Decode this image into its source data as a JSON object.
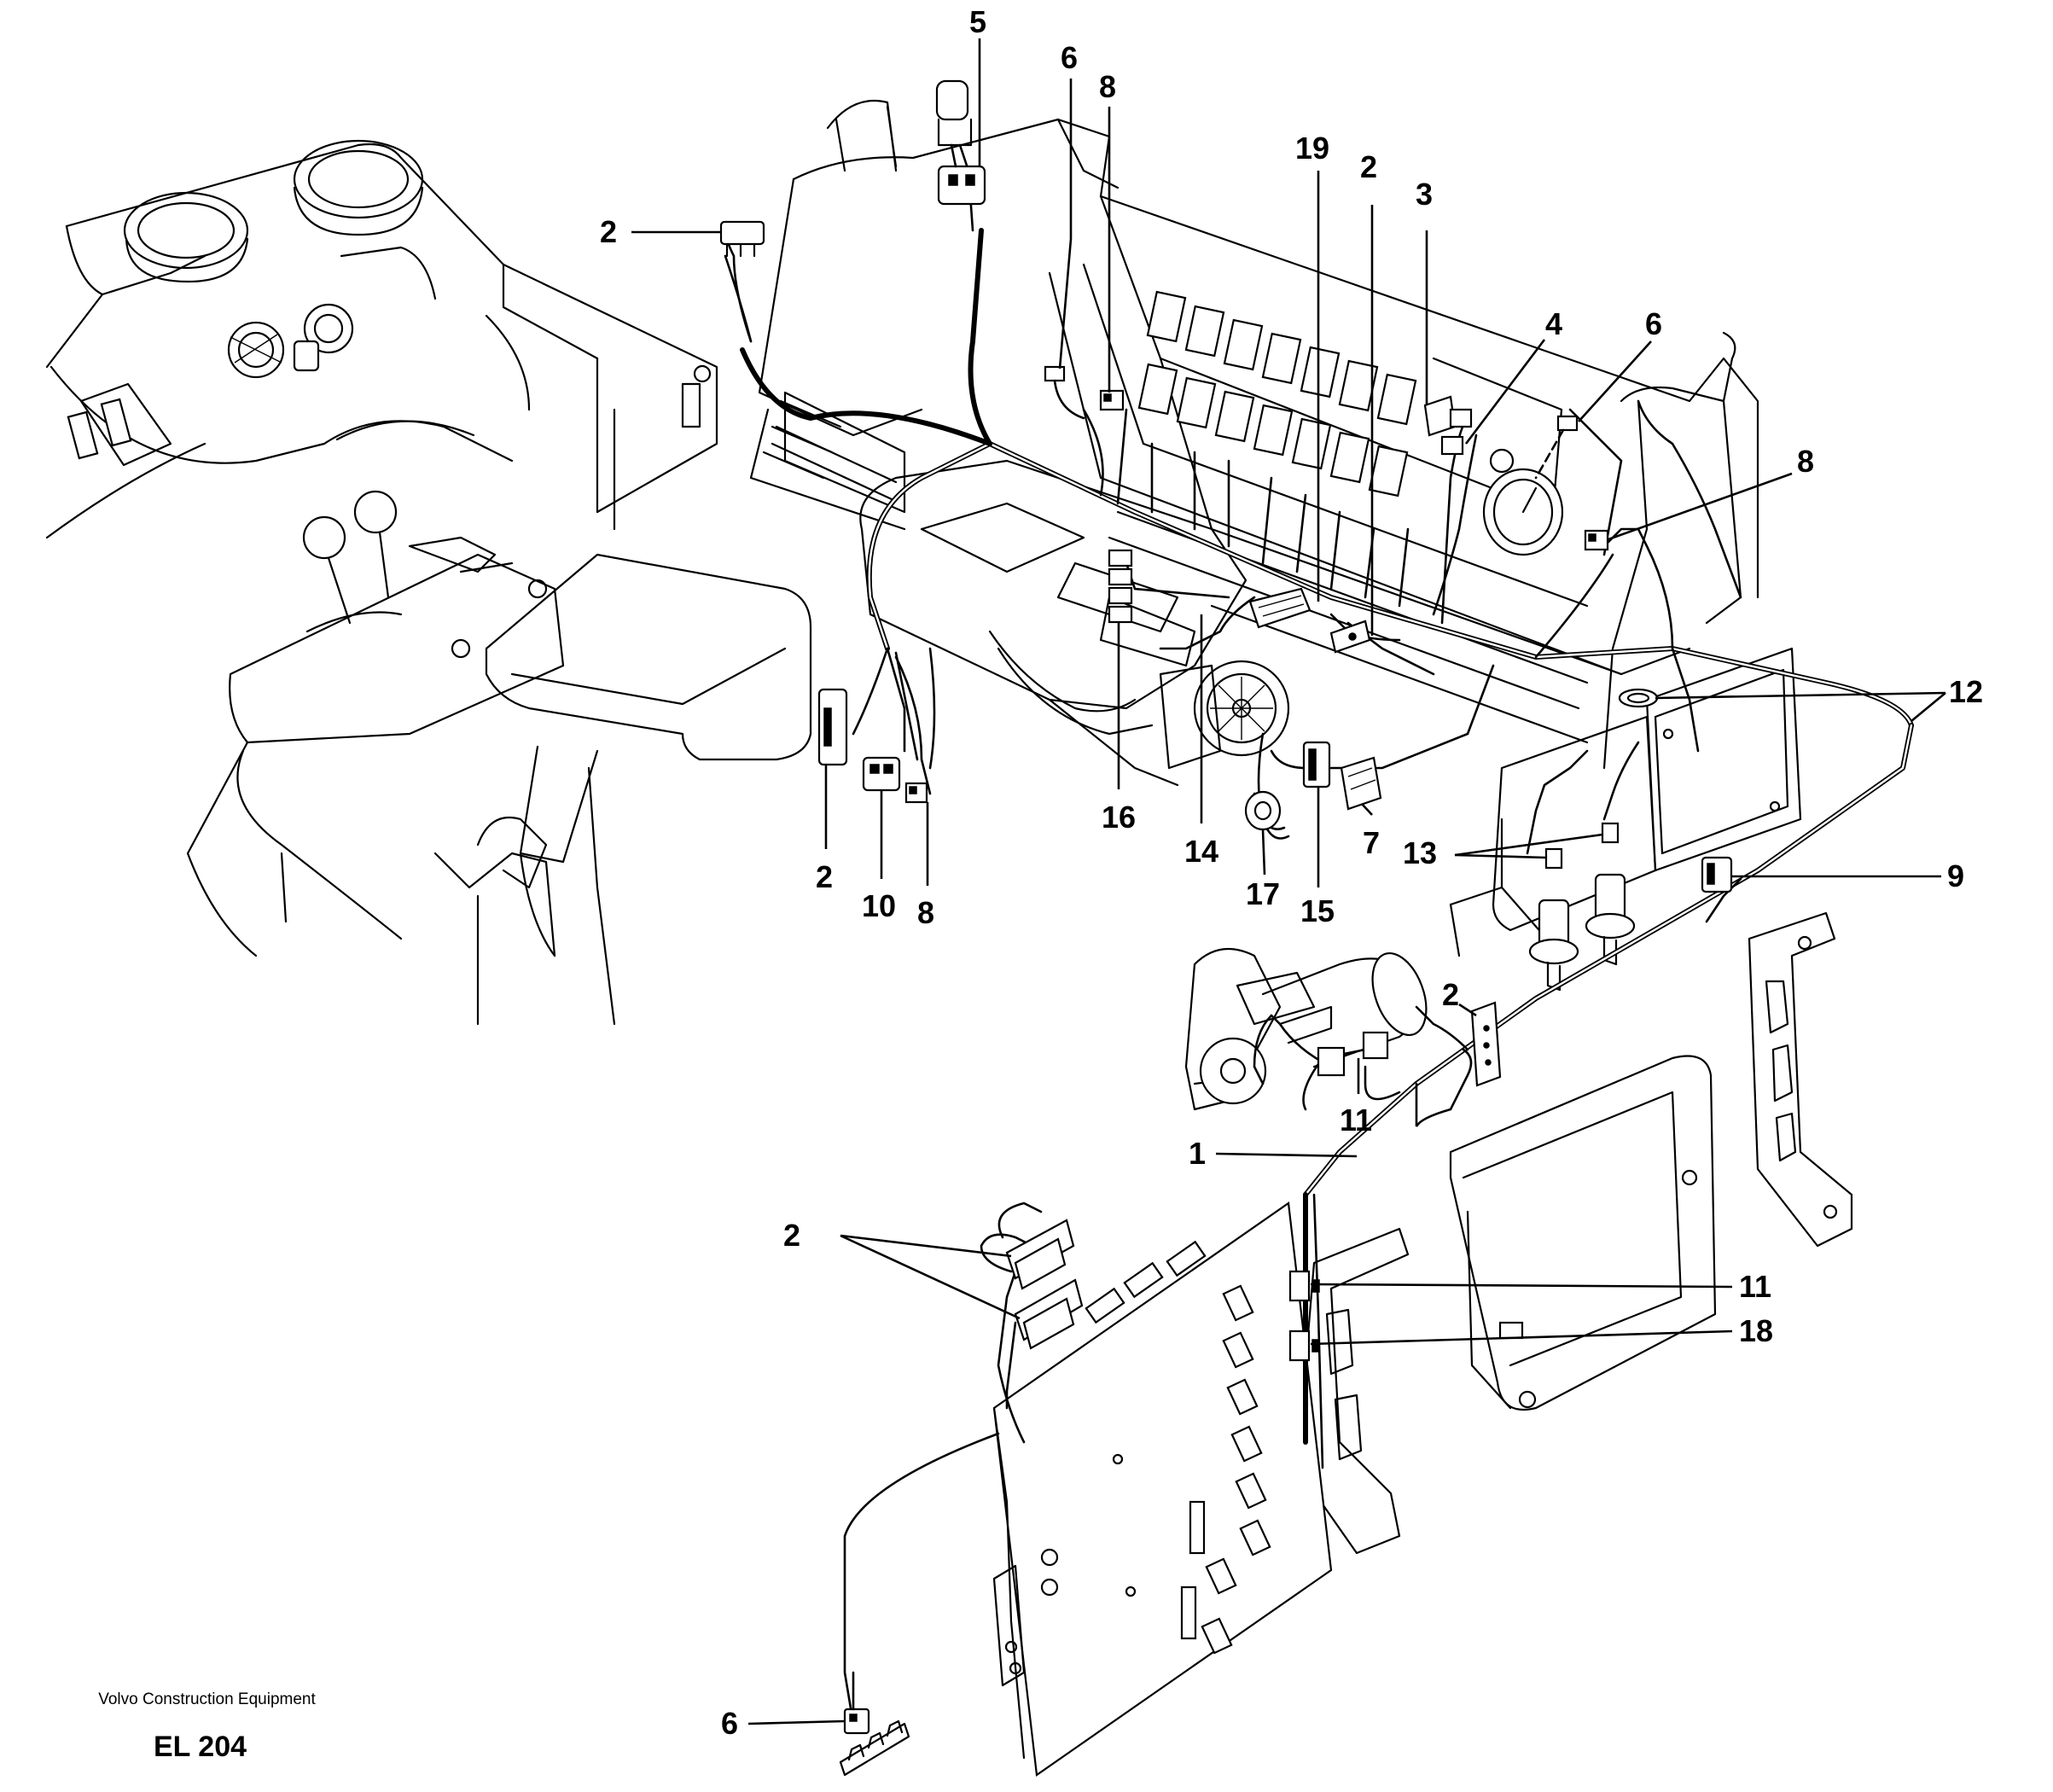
{
  "caption": {
    "company": "Volvo Construction Equipment",
    "code": "EL 204"
  },
  "callouts": [
    {
      "id": "c5",
      "label": "5"
    },
    {
      "id": "c6a",
      "label": "6"
    },
    {
      "id": "c8a",
      "label": "8"
    },
    {
      "id": "c19",
      "label": "19"
    },
    {
      "id": "c2a",
      "label": "2"
    },
    {
      "id": "c3",
      "label": "3"
    },
    {
      "id": "c2b",
      "label": "2"
    },
    {
      "id": "c4",
      "label": "4"
    },
    {
      "id": "c6b",
      "label": "6"
    },
    {
      "id": "c8b",
      "label": "8"
    },
    {
      "id": "c12",
      "label": "12"
    },
    {
      "id": "c2c",
      "label": "2"
    },
    {
      "id": "c10",
      "label": "10"
    },
    {
      "id": "c8c",
      "label": "8"
    },
    {
      "id": "c16",
      "label": "16"
    },
    {
      "id": "c14",
      "label": "14"
    },
    {
      "id": "c17",
      "label": "17"
    },
    {
      "id": "c15",
      "label": "15"
    },
    {
      "id": "c7",
      "label": "7"
    },
    {
      "id": "c13",
      "label": "13"
    },
    {
      "id": "c9",
      "label": "9"
    },
    {
      "id": "c2d",
      "label": "2"
    },
    {
      "id": "c11a",
      "label": "11"
    },
    {
      "id": "c1",
      "label": "1"
    },
    {
      "id": "c2e",
      "label": "2"
    },
    {
      "id": "c11b",
      "label": "11"
    },
    {
      "id": "c18",
      "label": "18"
    },
    {
      "id": "c6c",
      "label": "6"
    }
  ]
}
